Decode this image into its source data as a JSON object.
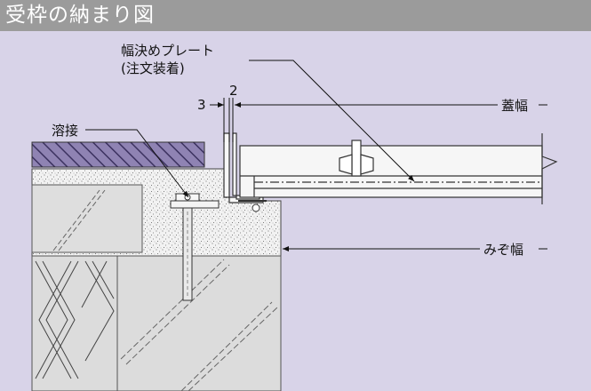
{
  "title": "受枠の納まり図",
  "labels": {
    "plate_line1": "幅決めプレート",
    "plate_line2": "(注文装着)",
    "dim_3": "3",
    "dim_2": "2",
    "lid_width": "蓋幅",
    "weld": "溶接",
    "groove_width": "みぞ幅"
  },
  "colors": {
    "background": "#d8d3e8",
    "title_bar": "#9b9b9b",
    "concrete": "#f1f1f1",
    "block": "#dcdcdc",
    "hatch": "#8d7fb0",
    "lid": "#f4f4f4"
  }
}
